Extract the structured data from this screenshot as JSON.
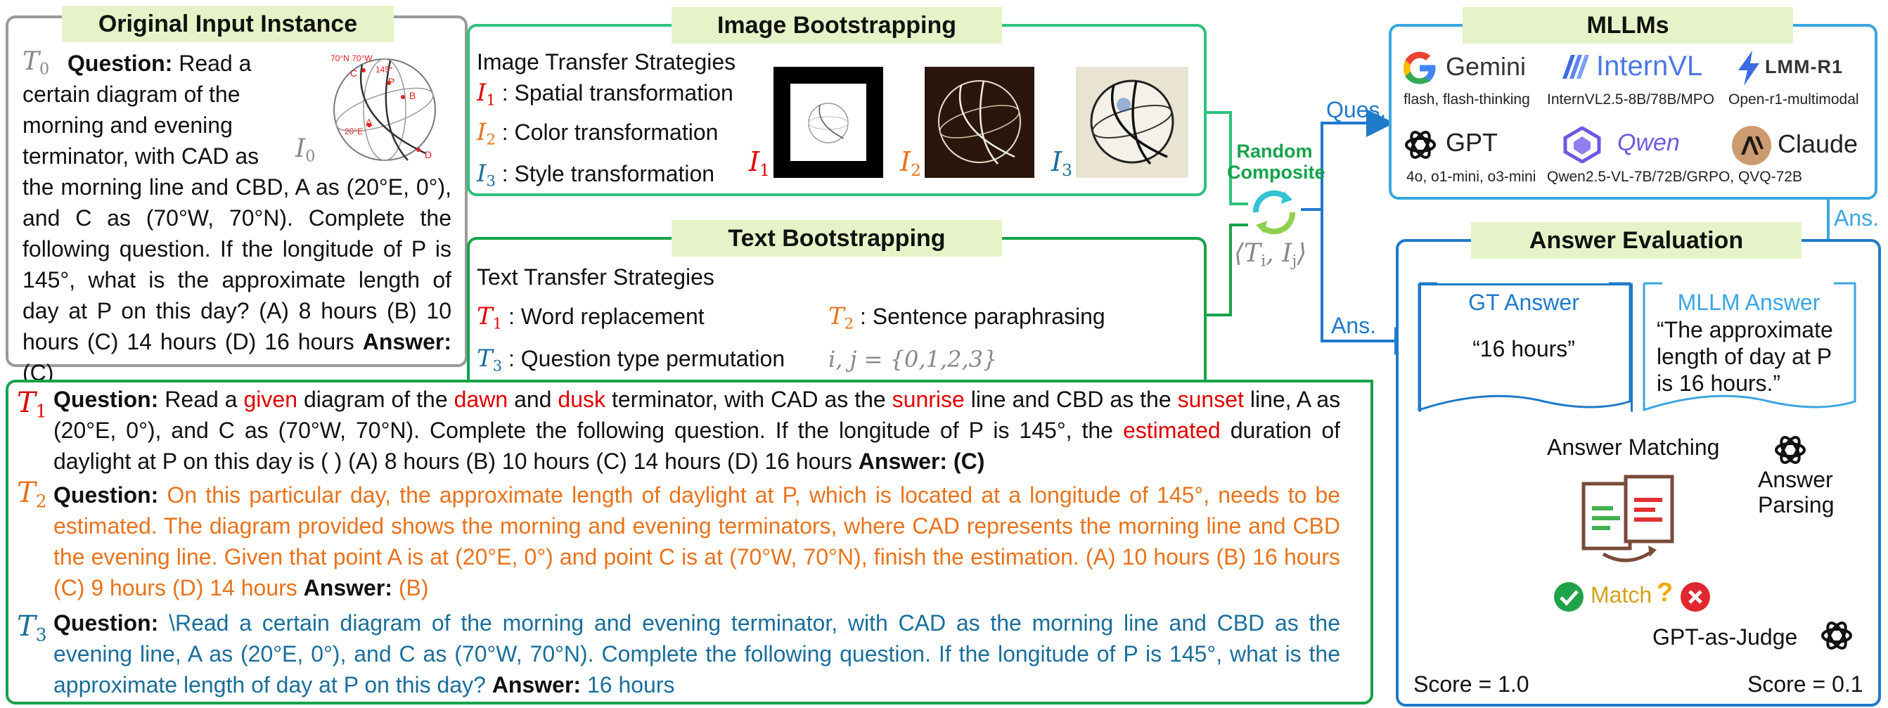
{
  "original": {
    "title": "Original Input Instance",
    "t0": "T",
    "t0_sub": "0",
    "i0": "I",
    "i0_sub": "0",
    "question_label": "Question:",
    "q_line1": "Read a",
    "q_line2": "certain diagram of the",
    "q_line3": "morning and evening",
    "q_line4": "terminator, with CAD as",
    "q_rest": "the morning line and CBD, A as (20°E, 0°), and C as (70°W, 70°N). Complete the following question. If the longitude of P is 145°, what is the approximate length of day at P on this day? (A) 8 hours  (B) 10 hours (C) 14 hours  (D) 16 hours",
    "answer_label": "Answer:",
    "answer_value": "(C)",
    "globe_labels": [
      "70°N 70°W",
      "C",
      "P",
      "145°",
      "B",
      "A",
      "20°E",
      "D"
    ]
  },
  "image_bootstrap": {
    "title": "Image Bootstrapping",
    "heading": "Image Transfer Strategies",
    "items": [
      {
        "sym": "I",
        "sub": "1",
        "text": ": Spatial transformation"
      },
      {
        "sym": "I",
        "sub": "2",
        "text": ": Color transformation"
      },
      {
        "sym": "I",
        "sub": "3",
        "text": ": Style transformation"
      }
    ],
    "thumb_labels": [
      {
        "sym": "I",
        "sub": "1"
      },
      {
        "sym": "I",
        "sub": "2"
      },
      {
        "sym": "I",
        "sub": "3"
      }
    ]
  },
  "text_bootstrap": {
    "title": "Text Bootstrapping",
    "heading": "Text Transfer Strategies",
    "items": [
      {
        "sym": "T",
        "sub": "1",
        "text": ": Word replacement"
      },
      {
        "sym": "T",
        "sub": "2",
        "text": ": Sentence paraphrasing"
      },
      {
        "sym": "T",
        "sub": "3",
        "text": ": Question type permutation"
      }
    ],
    "index_set": "i, j = {0,1,2,3}"
  },
  "composite": {
    "label_line1": "Random",
    "label_line2": "Composite",
    "pair": "⟨T",
    "pair_i": "i",
    "pair_mid": ", I",
    "pair_j": "j",
    "pair_end": "⟩",
    "ques_label": "Ques.",
    "ans_label": "Ans.",
    "ans_label2": "Ans."
  },
  "mllms": {
    "title": "MLLMs",
    "models": [
      {
        "name": "Gemini",
        "variants": "flash, flash-thinking"
      },
      {
        "name": "InternVL",
        "variants": "InternVL2.5-8B/78B/MPO"
      },
      {
        "name": "LMM-R1",
        "variants": "Open-r1-multimodal"
      },
      {
        "name": "GPT",
        "variants": "4o, o1-mini, o3-mini"
      },
      {
        "name": "Qwen",
        "variants": "Qwen2.5-VL-7B/72B/GRPO, QVQ-72B"
      },
      {
        "name": "Claude",
        "variants": ""
      }
    ]
  },
  "evaluation": {
    "title": "Answer Evaluation",
    "gt_title": "GT Answer",
    "gt_value": "“16 hours”",
    "mllm_title": "MLLM Answer",
    "mllm_value": "“The approximate length of day at P is 16 hours.”",
    "matching": "Answer Matching",
    "parsing_line1": "Answer",
    "parsing_line2": "Parsing",
    "match": "Match",
    "judge": "GPT-as-Judge",
    "score_left": "Score = 1.0",
    "score_right": "Score = 0.1"
  },
  "examples": {
    "t1": {
      "sym": "T",
      "sub": "1",
      "q_label": "Question:",
      "parts": [
        {
          "t": " Read a ",
          "c": ""
        },
        {
          "t": "given",
          "c": "red"
        },
        {
          "t": " diagram of the ",
          "c": ""
        },
        {
          "t": "dawn",
          "c": "red"
        },
        {
          "t": " and ",
          "c": ""
        },
        {
          "t": "dusk",
          "c": "red"
        },
        {
          "t": " terminator, with CAD as the ",
          "c": ""
        },
        {
          "t": "sunrise",
          "c": "red"
        },
        {
          "t": " line and CBD as the ",
          "c": ""
        },
        {
          "t": "sunset",
          "c": "red"
        },
        {
          "t": " line, A as (20°E, 0°), and C as (70°W, 70°N). Complete the following question. If the longitude of P is 145°, the ",
          "c": ""
        },
        {
          "t": "estimated",
          "c": "red"
        },
        {
          "t": " duration of daylight at P on this day is ( ) (A) 8 hours   (B) 10 hours  (C) 14 hours  (D) 16 hours  ",
          "c": ""
        }
      ],
      "a_label": "Answer:",
      "a_value": " (C)"
    },
    "t2": {
      "sym": "T",
      "sub": "2",
      "q_label": "Question:",
      "text": " On this particular day, the approximate length of daylight at P, which is located at a longitude of 145°, needs to be estimated. The diagram provided shows the morning and evening terminators, where CAD represents the morning line and CBD the evening line. Given that point A is at (20°E, 0°) and point C is at (70°W, 70°N), finish the estimation. (A) 10 hours (B) 16 hours (C) 9 hours (D) 14 hours ",
      "a_label": "Answer:",
      "a_value": " (B)"
    },
    "t3": {
      "sym": "T",
      "sub": "3",
      "q_label": "Question:",
      "text": " \\Read a certain diagram of the morning and evening terminator, with CAD as the morning line and CBD as the evening line, A as (20°E, 0°), and C as (70°W, 70°N). Complete the following question. If the longitude of P is 145°, what is the approximate length of day at P on this day? ",
      "a_label": "Answer:",
      "a_value": " 16 hours"
    }
  }
}
